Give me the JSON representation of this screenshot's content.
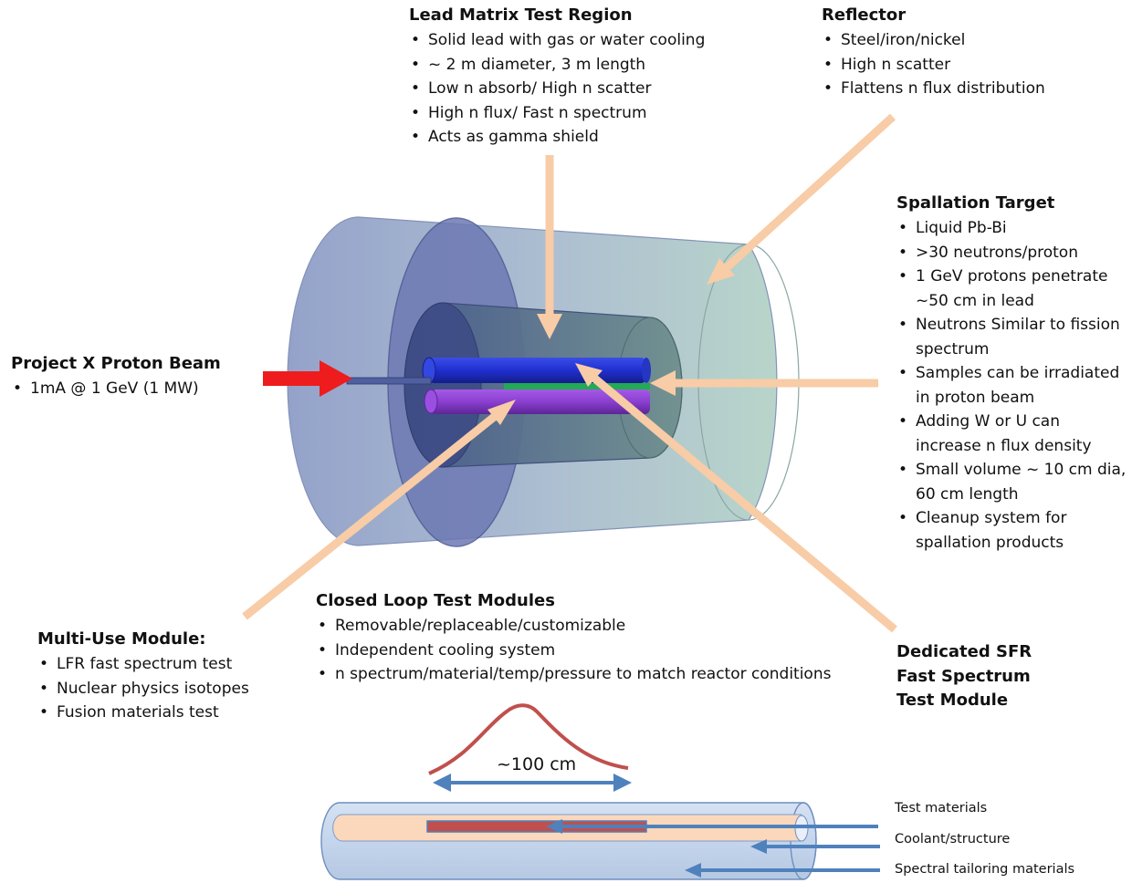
{
  "lead_matrix": {
    "title": "Lead Matrix Test Region",
    "items": [
      "Solid lead with gas or water cooling",
      "~ 2 m diameter, 3 m length",
      "Low n absorb/ High n scatter",
      "High n flux/ Fast n spectrum",
      "Acts as gamma shield"
    ]
  },
  "reflector": {
    "title": "Reflector",
    "items": [
      "Steel/iron/nickel",
      "High n scatter",
      "Flattens n flux distribution"
    ]
  },
  "spallation": {
    "title": "Spallation Target",
    "items": [
      "Liquid Pb-Bi",
      ">30 neutrons/proton",
      "1 GeV protons penetrate ~50 cm in lead",
      "Neutrons Similar to fission spectrum",
      "Samples can be irradiated in proton beam",
      "Adding W or U can increase n flux density",
      "Small volume ~ 10 cm dia, 60 cm length",
      "Cleanup system for spallation products"
    ]
  },
  "proton_beam": {
    "title": "Project X Proton Beam",
    "items": [
      "1mA @ 1 GeV (1 MW)"
    ]
  },
  "closed_loop": {
    "title": "Closed Loop Test Modules",
    "items": [
      "Removable/replaceable/customizable",
      "Independent cooling system",
      "n spectrum/material/temp/pressure to match reactor conditions"
    ]
  },
  "multi_use": {
    "title": "Multi-Use Module:",
    "items": [
      "LFR fast spectrum test",
      "Nuclear physics isotopes",
      "Fusion materials test"
    ]
  },
  "sfr": {
    "lines": [
      "Dedicated SFR",
      "Fast Spectrum",
      "Test Module"
    ]
  },
  "module_detail": {
    "dimension": "~100 cm",
    "labels": [
      "Test materials",
      "Coolant/structure",
      "Spectral tailoring materials"
    ]
  },
  "colors": {
    "callout_arrow": "#f8cca6",
    "beam_arrow": "#ee1c1c",
    "detail_arrow": "#4f81bd",
    "flux_curve": "#c0504d",
    "outer_cylinder": "#9aa9cc",
    "inner_cylinder": "#5a6fa0",
    "target_blue": "#1f2fd0",
    "module_purple": "#8a3fd0",
    "module_green": "#22aa55"
  }
}
